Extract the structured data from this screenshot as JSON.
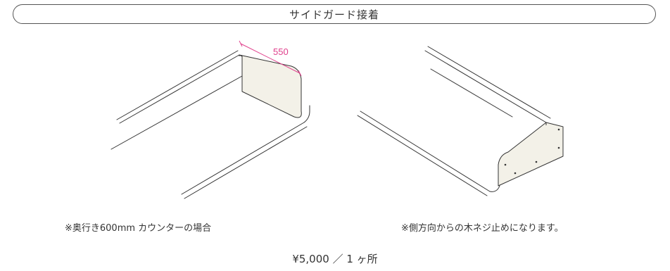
{
  "header": {
    "title": "サイドガード接着"
  },
  "left_figure": {
    "dimension_label": "550",
    "dimension_color": "#e0408c",
    "caption": "※奥行き600mm カウンターの場合"
  },
  "right_figure": {
    "caption": "※側方向からの木ネジ止めになります。"
  },
  "footer": {
    "price": "¥5,000 ／ 1 ヶ所"
  },
  "colors": {
    "line": "#333333",
    "guard_fill": "#f3f1e8"
  }
}
